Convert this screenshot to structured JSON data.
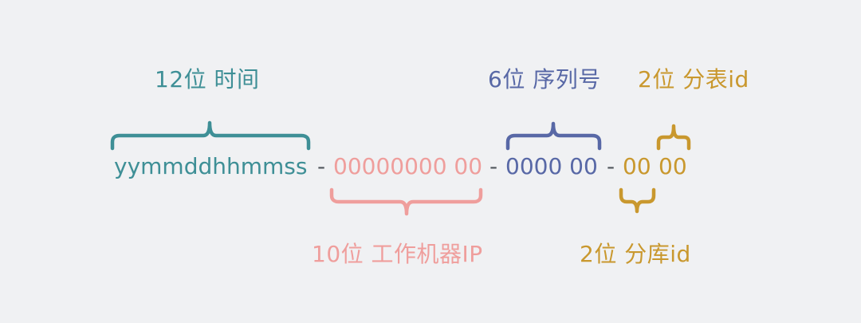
{
  "labels": {
    "time": "12位 时间",
    "machine_ip": "10位 工作机器IP",
    "sequence": "6位  序列号",
    "table_id": "2位  分表id",
    "db_id": "2位 分库id"
  },
  "sequence_string": {
    "time_part": "yymmddhhmmss",
    "sep1": "-",
    "ip_part": "00000000 00",
    "sep2": "-",
    "seq_part": "0000 00",
    "sep3": "-",
    "db_part": "00",
    "table_part": "00"
  },
  "colors": {
    "teal": "#3e8f96",
    "pink": "#ef9e9c",
    "blue": "#5868a6",
    "gold": "#c9982e",
    "dash": "#555a60",
    "background": "#f0f1f3"
  }
}
